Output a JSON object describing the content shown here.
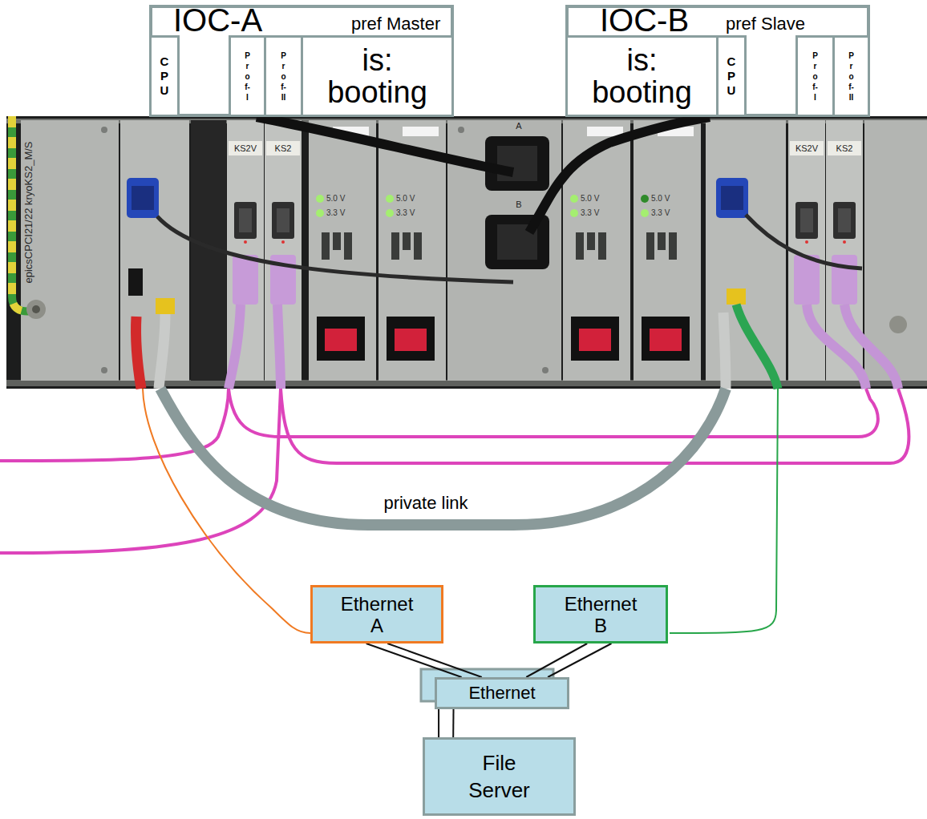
{
  "diagram": {
    "nodes": [
      {
        "text": [
          "IOC-A",
          "pref Master"
        ]
      },
      {
        "text": [
          "C P U"
        ],
        "in": 0
      },
      {
        "text": [
          "P r o f- I"
        ],
        "in": 0
      },
      {
        "text": [
          "P r o f- II"
        ],
        "in": 0
      },
      {
        "text": [
          "is: booting"
        ],
        "in": 0
      },
      {
        "text": [
          "IOC-B",
          "pref Slave"
        ]
      },
      {
        "text": [
          "is: booting"
        ],
        "in": 5
      },
      {
        "text": [
          "C P U"
        ],
        "in": 5
      },
      {
        "text": [
          "P r o f- I"
        ],
        "in": 5
      },
      {
        "text": [
          "P r o f- II"
        ],
        "in": 5
      },
      {
        "text": [
          "Ethernet A"
        ]
      },
      {
        "text": [
          "Ethernet B"
        ]
      },
      {
        "text": [
          "Ethernet"
        ]
      },
      {
        "text": [
          "File Server"
        ]
      }
    ],
    "edges": [
      {
        "from": 10,
        "to": 12,
        "arrow": "none"
      },
      {
        "from": 11,
        "to": 12,
        "arrow": "none"
      },
      {
        "from": 12,
        "to": 13,
        "arrow": "none"
      }
    ],
    "labels": [
      "epicsCPCI21/22 kryoKS2_M/S",
      "KS2V",
      "KS2",
      "A",
      "5.0 V",
      "3.3 V",
      "5.0 V",
      "3.3 V",
      "B",
      "5.0 V",
      "3.3 V",
      "5.0 V",
      "3.3 V",
      "KS2V",
      "KS2",
      "private link"
    ]
  }
}
